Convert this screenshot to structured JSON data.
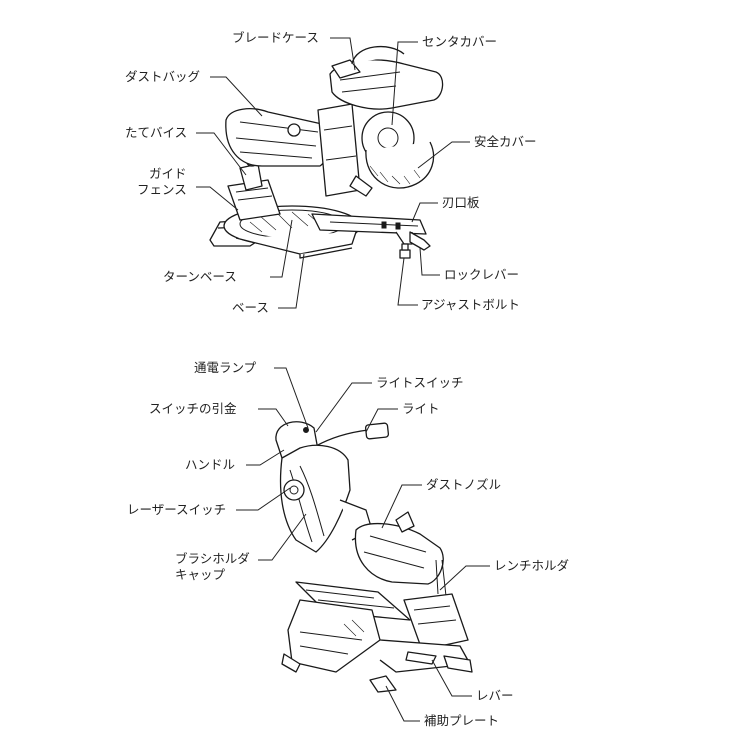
{
  "top_figure": {
    "labels": {
      "blade_case": "ブレードケース",
      "center_cover": "センタカバー",
      "dust_bag": "ダストバッグ",
      "vertical_vise": "たてバイス",
      "guide_fence_1": "ガイド",
      "guide_fence_2": "フェンス",
      "safety_cover": "安全カバー",
      "blade_plate": "刃口板",
      "turn_base": "ターンベース",
      "lock_lever": "ロックレバー",
      "base": "ベース",
      "adjust_bolt": "アジャストボルト"
    }
  },
  "bottom_figure": {
    "labels": {
      "power_lamp": "通電ランプ",
      "light_switch": "ライトスイッチ",
      "switch_trigger": "スイッチの引金",
      "light": "ライト",
      "handle": "ハンドル",
      "dust_nozzle": "ダストノズル",
      "laser_switch": "レーザースイッチ",
      "brush_cap_1": "ブラシホルダ",
      "brush_cap_2": "キャップ",
      "wrench_holder": "レンチホルダ",
      "lever": "レバー",
      "aux_plate": "補助プレート"
    }
  }
}
